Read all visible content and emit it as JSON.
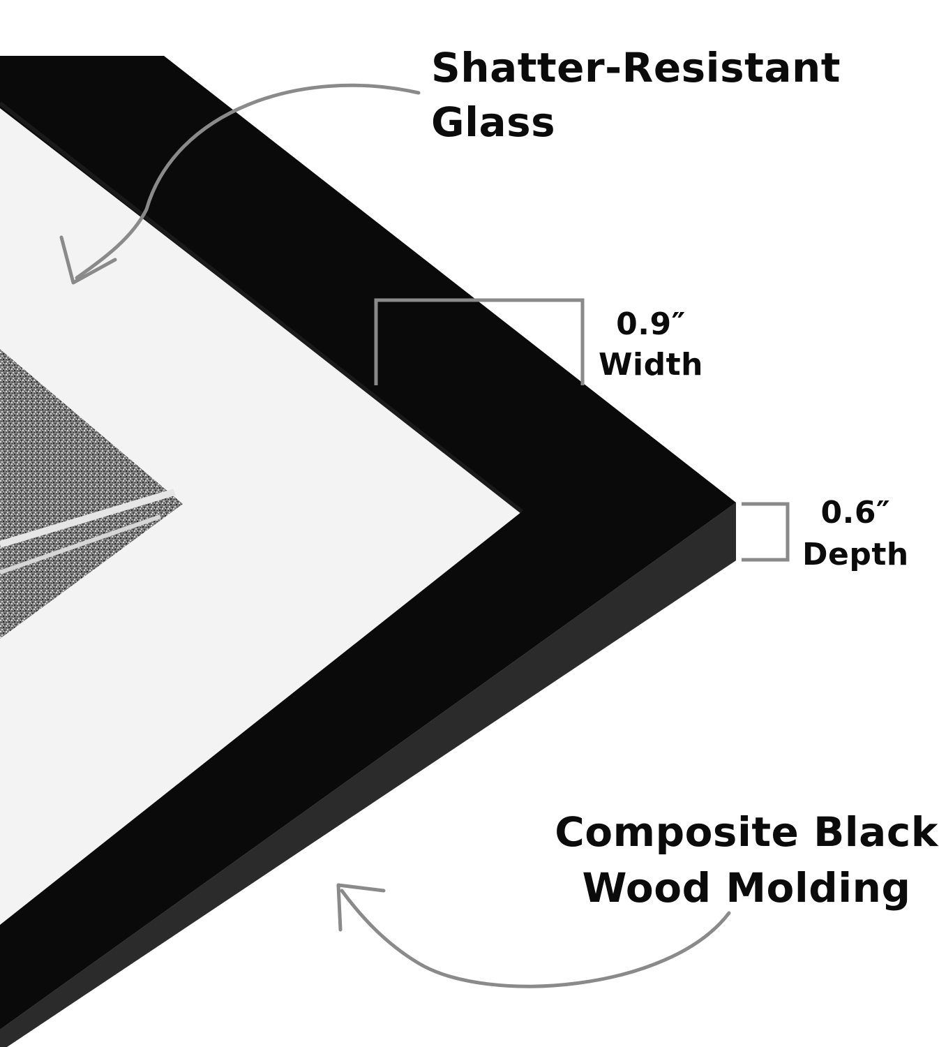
{
  "callouts": {
    "glass": {
      "line1": "Shatter-Resistant",
      "line2": "Glass"
    },
    "width": {
      "value": "0.9″",
      "label": "Width"
    },
    "depth": {
      "value": "0.6″",
      "label": "Depth"
    },
    "molding": {
      "line1": "Composite Black",
      "line2": "Wood Molding"
    }
  },
  "colors": {
    "frame_top": "#0a0a0a",
    "frame_side": "#2b2b2b",
    "mat": "#f3f3f3",
    "annotation": "#8a8a8a",
    "text": "#0b0b0b"
  },
  "icons": [
    "curved-arrow-icon",
    "dimension-bracket-icon"
  ]
}
